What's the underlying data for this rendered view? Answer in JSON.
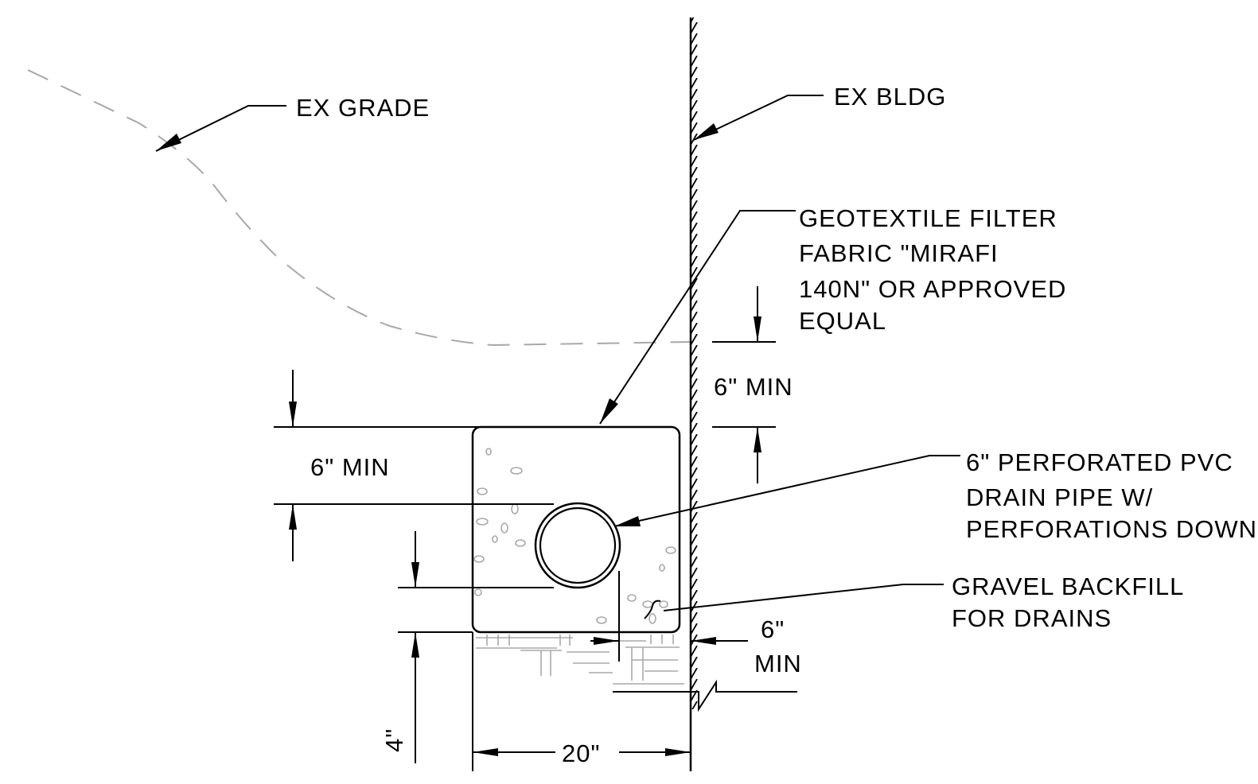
{
  "labels": {
    "ex_grade": "EX GRADE",
    "ex_bldg": "EX BLDG",
    "geotextile": [
      "GEOTEXTILE FILTER",
      "FABRIC \"MIRAFI",
      "140N\" OR APPROVED",
      "EQUAL"
    ],
    "pipe": [
      "6\" PERFORATED PVC",
      "DRAIN PIPE W/",
      "PERFORATIONS DOWN"
    ],
    "gravel": [
      "GRAVEL BACKFILL",
      "FOR DRAINS"
    ]
  },
  "dimensions": {
    "grade_cover": "6\" MIN",
    "top_cover": "6\" MIN",
    "side_clearance": [
      "6\"",
      "MIN"
    ],
    "bottom_bedding": "4\"",
    "trench_width": "20\""
  }
}
